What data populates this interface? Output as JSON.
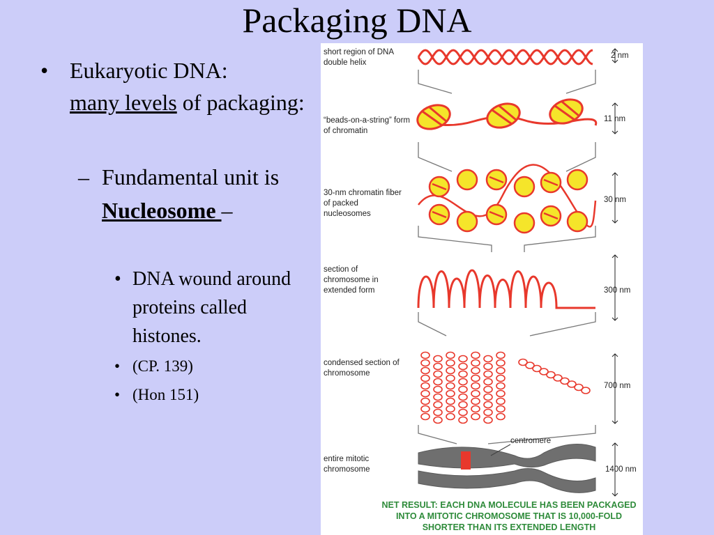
{
  "title": "Packaging DNA",
  "bullets": {
    "b1_pre": "Eukaryotic DNA:",
    "b1_underline": "many levels",
    "b1_post": " of packaging:",
    "b2_pre": "Fundamental unit is",
    "b2_bold": "Nucleosome ",
    "b2_post": "–",
    "b3": "DNA wound around proteins called histones.",
    "b4": "(CP. 139)",
    "b5": "(Hon 151)"
  },
  "figure": {
    "labels": {
      "helix": "short region of DNA double helix",
      "beads": "“beads-on-a-string” form of chromatin",
      "fiber": "30-nm chromatin fiber of packed nucleosomes",
      "extended": "section of chromosome in extended form",
      "condensed": "condensed section of chromosome",
      "entire": "entire mitotic chromosome",
      "centromere": "centromere"
    },
    "sizes": {
      "s1": "2 nm",
      "s2": "11 nm",
      "s3": "30 nm",
      "s4": "300 nm",
      "s5": "700 nm",
      "s6": "1400 nm"
    },
    "net_result": "NET RESULT: EACH DNA MOLECULE HAS BEEN PACKAGED INTO A MITOTIC CHROMOSOME THAT IS 10,000-FOLD SHORTER THAN ITS EXTENDED LENGTH",
    "colors": {
      "dna": "#e8382c",
      "histone": "#f5e52a",
      "chromosome": "#6f6f6f",
      "net": "#2e8b3a"
    }
  }
}
